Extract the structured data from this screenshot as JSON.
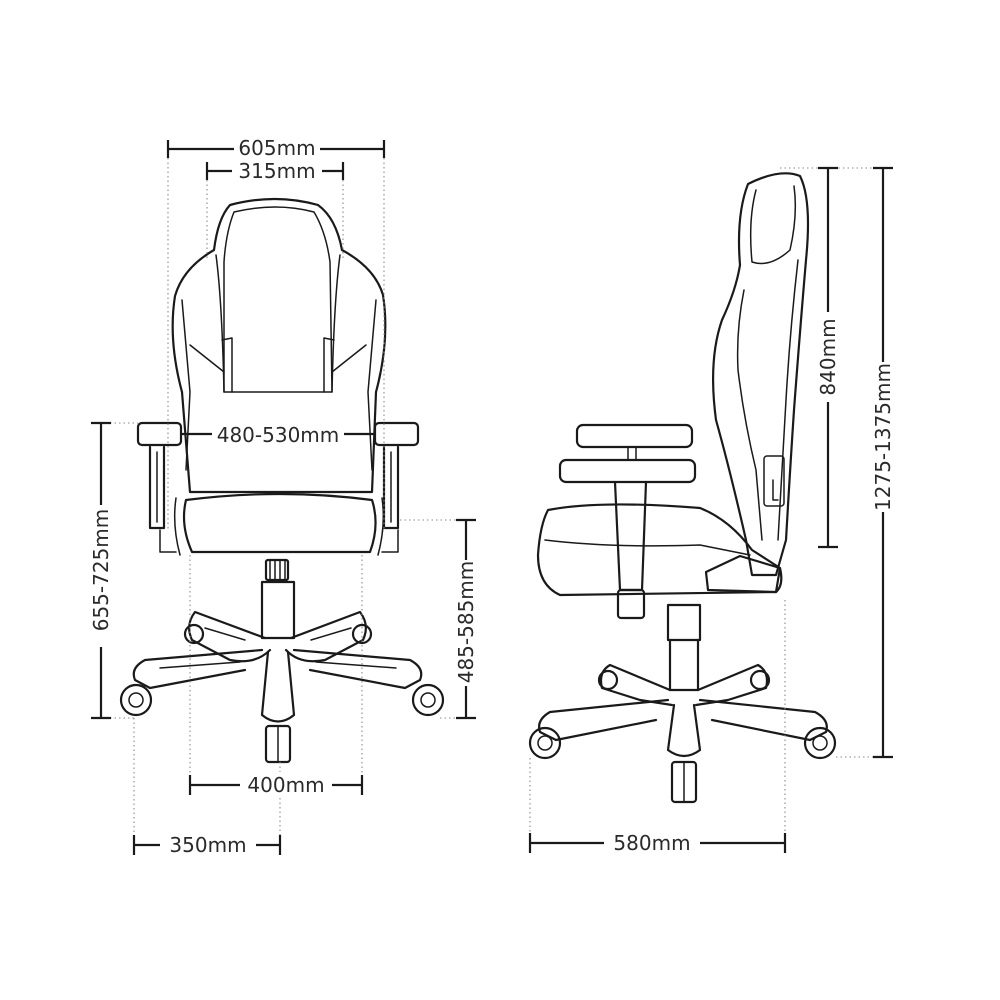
{
  "dimensions": {
    "overall_width": "605mm",
    "back_width": "315mm",
    "seat_width_between_arms": "480-530mm",
    "armrest_height": "655-725mm",
    "seat_height": "485-585mm",
    "seat_depth_front": "400mm",
    "base_radius": "350mm",
    "base_depth": "580mm",
    "backrest_height": "840mm",
    "total_height": "1275-1375mm"
  },
  "colors": {
    "line": "#1a1a1a",
    "guide": "#8a8a8a",
    "background": "#ffffff"
  }
}
